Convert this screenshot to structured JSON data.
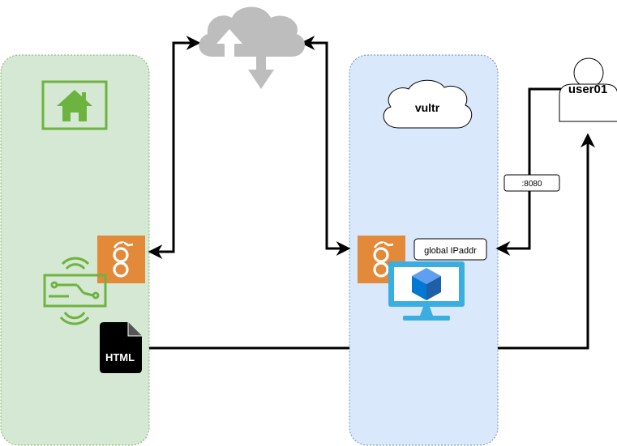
{
  "cloud_label": "vultr",
  "user_label": "user01",
  "port_label": ":8080",
  "ip_label": "global IPaddr",
  "file_label": "HTML",
  "icons": {
    "home": "home-icon",
    "internet": "internet-cloud-upload-download-icon",
    "wireguard_left": "wireguard-icon",
    "wireguard_right": "wireguard-icon",
    "iot_board": "iot-circuit-board-icon",
    "html_file": "html-file-icon",
    "vm": "virtual-machine-monitor-icon",
    "user": "user-icon"
  },
  "colors": {
    "home_zone_fill": "#d5e8d4",
    "home_zone_stroke": "#82b366",
    "cloud_zone_fill": "#dae8fc",
    "cloud_zone_stroke": "#6c8ebf",
    "accent_green": "#6db33f",
    "wireguard_orange": "#e2893a",
    "azure_blue": "#3aaee0"
  }
}
